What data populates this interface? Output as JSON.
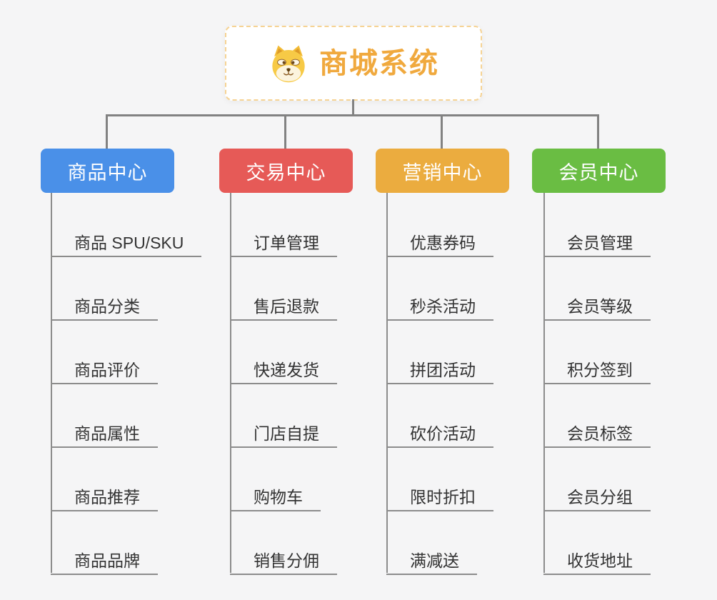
{
  "root": {
    "title": "商城系统",
    "icon": "shiba-dog-icon"
  },
  "branches": [
    {
      "label": "商品中心",
      "color": "#4a90e8",
      "children": [
        "商品 SPU/SKU",
        "商品分类",
        "商品评价",
        "商品属性",
        "商品推荐",
        "商品品牌"
      ]
    },
    {
      "label": "交易中心",
      "color": "#e65a57",
      "children": [
        "订单管理",
        "售后退款",
        "快递发货",
        "门店自提",
        "购物车",
        "销售分佣"
      ]
    },
    {
      "label": "营销中心",
      "color": "#ebac3f",
      "children": [
        "优惠券码",
        "秒杀活动",
        "拼团活动",
        "砍价活动",
        "限时折扣",
        "满减送"
      ]
    },
    {
      "label": "会员中心",
      "color": "#6abd43",
      "children": [
        "会员管理",
        "会员等级",
        "积分签到",
        "会员标签",
        "会员分组",
        "收货地址"
      ]
    }
  ],
  "colors": {
    "background": "#f5f5f6",
    "root_title": "#f0a93e",
    "root_border": "#f6d394",
    "connector": "#828282",
    "leaf_underline": "#8c8c8c",
    "leaf_text": "#333333"
  }
}
